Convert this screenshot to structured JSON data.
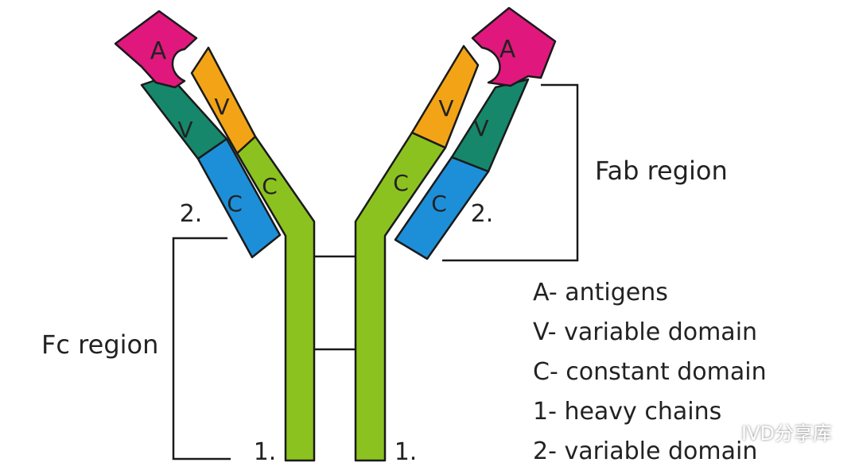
{
  "colors": {
    "antigen": "#e0187d",
    "variable_light": "#16876a",
    "variable_heavy": "#f3a416",
    "constant_light": "#1d8fd8",
    "constant_heavy": "#8cc21f",
    "outline": "#1a1a1a",
    "text": "#222222"
  },
  "labels": {
    "antigen": "A",
    "variable": "V",
    "constant": "C",
    "heavy_chain_num": "1.",
    "light_chain_num": "2.",
    "fab_region": "Fab region",
    "fc_region": "Fc region"
  },
  "legend": [
    "A- antigens",
    "V- variable domain",
    "C- constant domain",
    "1- heavy chains",
    "2- variable domain"
  ],
  "watermark": {
    "icon": "wechat-icon",
    "text": "IVD分享库"
  }
}
